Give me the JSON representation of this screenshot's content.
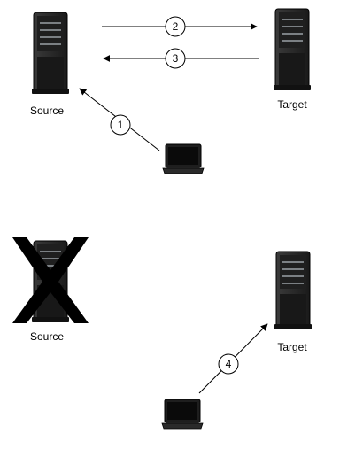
{
  "top_scene": {
    "source_label": "Source",
    "target_label": "Target",
    "steps": [
      "1",
      "2",
      "3"
    ]
  },
  "bottom_scene": {
    "source_label": "Source",
    "target_label": "Target",
    "steps": [
      "4"
    ],
    "source_state": "failed"
  },
  "icons": {
    "server": "server-tower-icon",
    "client": "laptop-icon",
    "failure": "x-mark-icon"
  },
  "colors": {
    "server_body": "#2b2b2b",
    "server_dark": "#111111",
    "server_stripe": "#9aa0a6",
    "arrow": "#000000",
    "background": "#ffffff"
  }
}
